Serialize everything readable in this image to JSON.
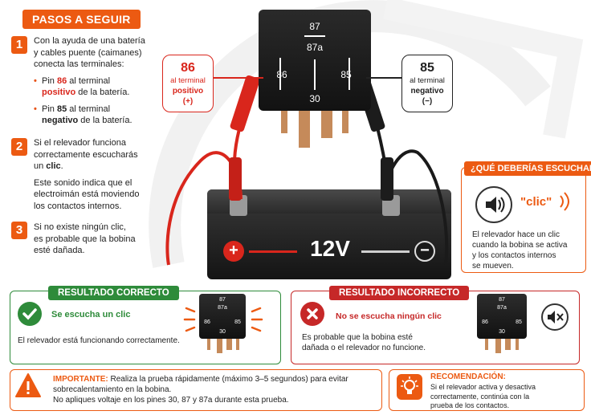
{
  "steps": {
    "title": "PASOS A SEGUIR",
    "step1": {
      "num": "1",
      "line1": "Con la ayuda de una batería",
      "line2": "y cables puente (caimanes)",
      "line3": "conecta las terminales:",
      "bullet1": {
        "pre": "Pin ",
        "pin": "86",
        "mid": " al terminal",
        "pol": "positivo",
        "post": " de la batería."
      },
      "bullet2": {
        "pre": "Pin ",
        "pin": "85",
        "mid": " al terminal",
        "pol": "negativo",
        "post": " de la batería."
      }
    },
    "step2": {
      "num": "2",
      "line1": "Si el relevador funciona",
      "line2": "correctamente escucharás",
      "line3_pre": "un ",
      "line3_b": "clic",
      "line3_post": ".",
      "extra1": "Este sonido indica que el",
      "extra2": "electroimán está moviendo",
      "extra3": "los contactos internos."
    },
    "step3": {
      "num": "3",
      "line1": "Si no existe ningún clic,",
      "line2": "es probable que la bobina",
      "line3": "esté dañada."
    }
  },
  "relay": {
    "pin87": "87",
    "pin87a": "87a",
    "pin86": "86",
    "pin85": "85",
    "pin30": "30"
  },
  "callout86": {
    "num": "86",
    "line1": "al terminal",
    "line2": "positivo",
    "line3": "(+)",
    "color": "#d9261c"
  },
  "callout85": {
    "num": "85",
    "line1": "al terminal",
    "line2": "negativo",
    "line3": "(−)",
    "color": "#222222"
  },
  "battery": {
    "plus": "+",
    "minus": "−",
    "voltage": "12V"
  },
  "question": {
    "title": "¿QUÉ DEBERÍAS ESCUCHAR?",
    "sound": "\"clic\"",
    "line1": "El relevador hace un clic",
    "line2": "cuando la bobina se activa",
    "line3": "y los contactos internos",
    "line4": "se mueven."
  },
  "result_ok": {
    "title": "RESULTADO CORRECTO",
    "head": "Se escucha un clic",
    "desc": "El relevador está funcionando correctamente.",
    "relay": {
      "p87": "87",
      "p87a": "87a",
      "p86": "86",
      "p85": "85",
      "p30": "30"
    }
  },
  "result_bad": {
    "title": "RESULTADO INCORRECTO",
    "head": "No se escucha ningún clic",
    "desc1": "Es probable que la bobina esté",
    "desc2": "dañada o el relevador no funcione.",
    "relay": {
      "p87": "87",
      "p87a": "87a",
      "p86": "86",
      "p85": "85",
      "p30": "30"
    }
  },
  "important": {
    "label": "IMPORTANTE:",
    "line1": " Realiza la prueba rápidamente (máximo 3–5 segundos) para evitar",
    "line2": "sobrecalentamiento en la bobina.",
    "line3": "No apliques voltaje en los pines 30, 87 y 87a durante esta prueba."
  },
  "recommendation": {
    "label": "RECOMENDACIÓN:",
    "line1": "Si el relevador activa y desactiva",
    "line2": "correctamente, continúa con la",
    "line3": "prueba de los contactos."
  },
  "colors": {
    "accent": "#ec5a12",
    "ok": "#2e8b3a",
    "bad": "#c62828"
  }
}
